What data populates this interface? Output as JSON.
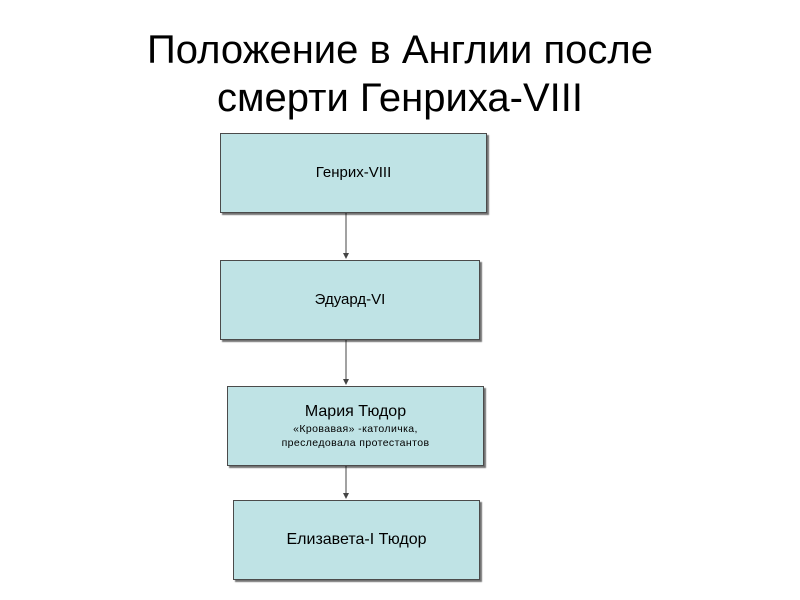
{
  "title": {
    "line1": "Положение в Англии после",
    "line2": "смерти Генриха-VIII"
  },
  "nodes": [
    {
      "label": "Генрих-VIII"
    },
    {
      "label": "Эдуард-VI"
    },
    {
      "label": "Мария Тюдор",
      "note_line1": "«Кровавая» -католичка,",
      "note_line2": "преследовала протестантов"
    },
    {
      "label": "Елизавета-I Тюдор"
    }
  ],
  "colors": {
    "box_fill": "#bfe3e5",
    "box_border": "#4b4b4b",
    "connector": "#444444"
  }
}
